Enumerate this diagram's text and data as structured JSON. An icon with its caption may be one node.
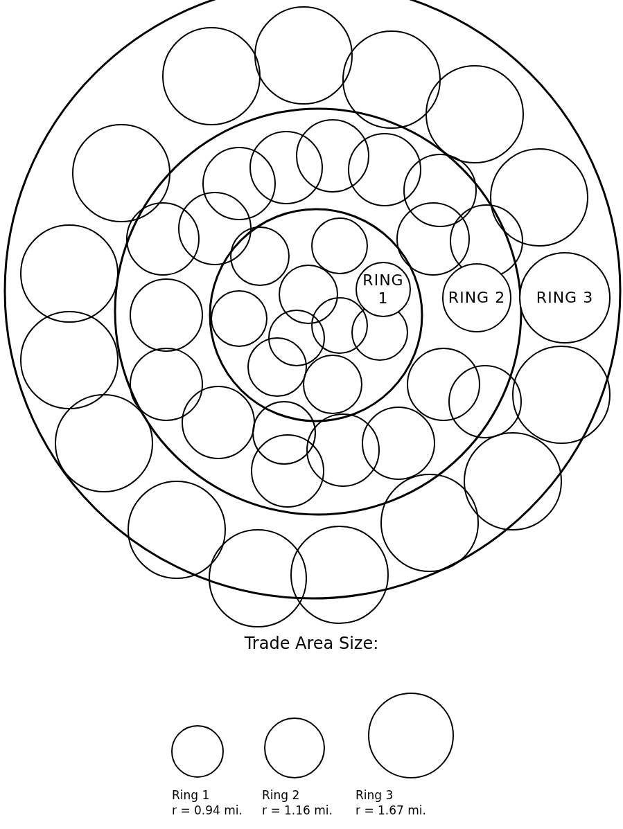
{
  "diagram": {
    "nodes": [
      {
        "text": [
          "RING 1"
        ]
      },
      {
        "text": [
          "RING 2"
        ]
      },
      {
        "text": [
          "RING 3"
        ]
      },
      {
        "text": [],
        "shape": "circle",
        "beside": [
          "Ring 1",
          "r = 0.94 mi."
        ]
      },
      {
        "text": [],
        "shape": "circle",
        "beside": [
          "Ring 2",
          "r = 1.16 mi."
        ]
      },
      {
        "text": [],
        "shape": "circle",
        "beside": [
          "Ring 3",
          "r = 1.67 mi."
        ]
      }
    ],
    "edges": [],
    "labels": [
      "Trade Area Size:"
    ]
  }
}
